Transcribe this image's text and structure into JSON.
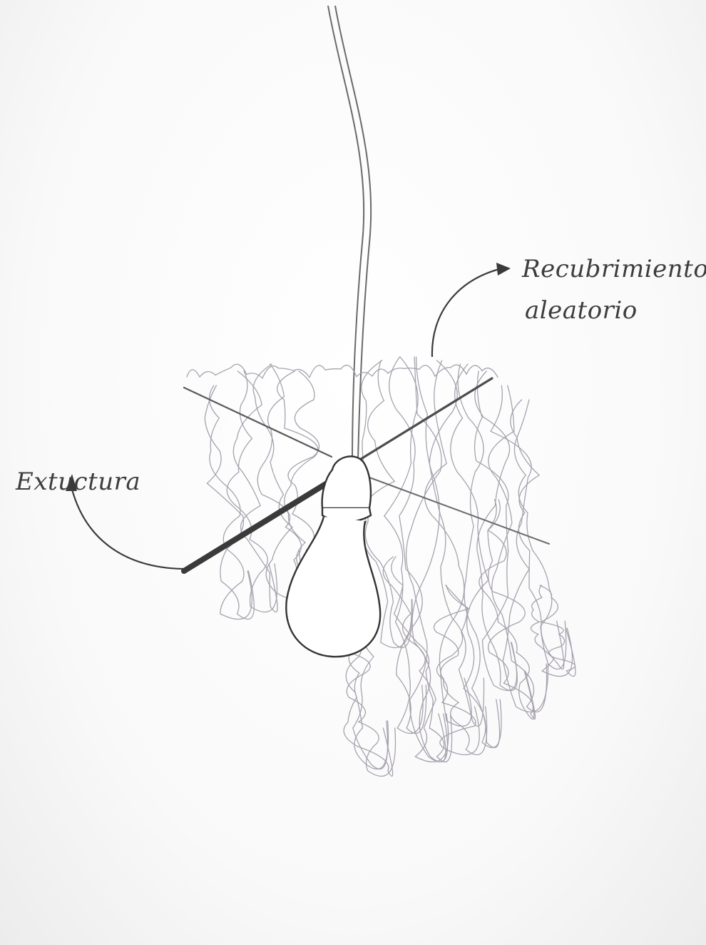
{
  "labels": {
    "covering_line1": "Recubrimiento",
    "covering_line2": "aleatorio",
    "structure": "Extuctura"
  },
  "colors": {
    "paper": "#fbfbfb",
    "pencil_dark": "#3a3a3a",
    "pencil_light": "#a7a2ae",
    "rod": "#4a4a4a",
    "ink": "#3d3d3d"
  }
}
